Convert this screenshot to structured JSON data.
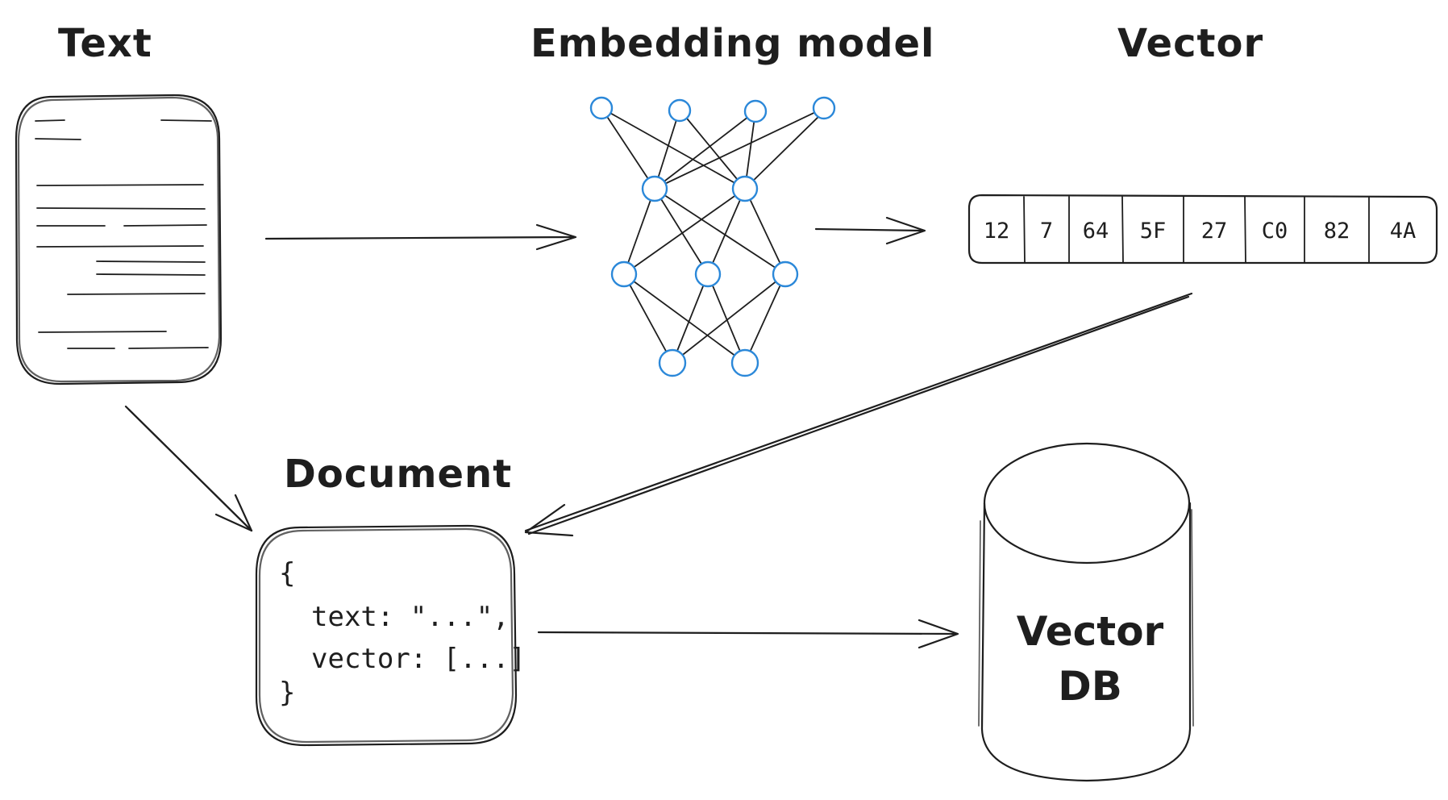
{
  "labels": {
    "text": "Text",
    "embedding_model": "Embedding model",
    "vector": "Vector",
    "document": "Document"
  },
  "vector_cells": [
    "12",
    "7",
    "64",
    "5F",
    "27",
    "C0",
    "82",
    "4A"
  ],
  "document_code": {
    "open_brace": "{",
    "text_line": "text: \"...\",",
    "vector_line": "vector: [...]",
    "close_brace": "}"
  },
  "database": {
    "line1": "Vector",
    "line2": "DB"
  },
  "colors": {
    "ink": "#1e1e1e",
    "node_stroke": "#2b88d9",
    "background": "#ffffff"
  }
}
